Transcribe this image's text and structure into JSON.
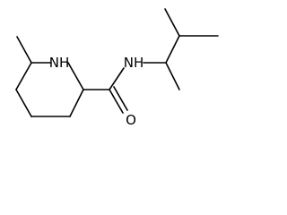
{
  "molecule": {
    "atoms": [
      {
        "id": "ring_nh",
        "label": "NH",
        "element": "N"
      },
      {
        "id": "amide_nh",
        "label": "NH",
        "element": "N"
      },
      {
        "id": "carbonyl_o",
        "label": "O",
        "element": "O"
      }
    ],
    "colors": {
      "bond": "#000000",
      "label": "#000000",
      "background": "#ffffff"
    }
  }
}
